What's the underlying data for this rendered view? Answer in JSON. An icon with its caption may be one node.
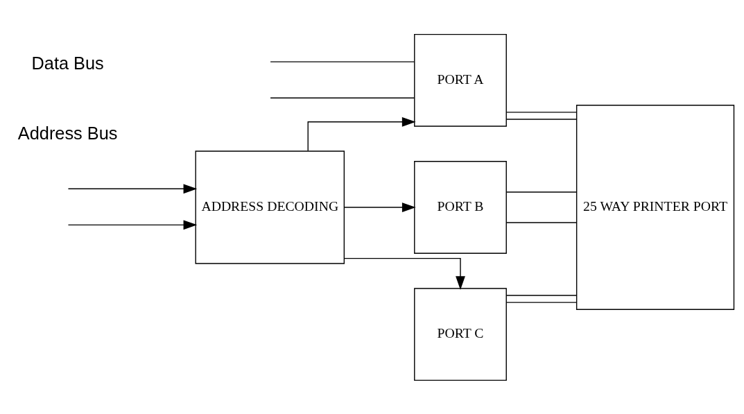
{
  "diagram": {
    "nodes": [
      {
        "text": [
          "PORT A"
        ]
      },
      {
        "text": [
          "ADDRESS DECODING"
        ]
      },
      {
        "text": [
          "PORT B"
        ]
      },
      {
        "text": [
          "25 WAY PRINTER PORT"
        ]
      },
      {
        "text": [
          "PORT C"
        ]
      }
    ],
    "edges": [
      {
        "from": null,
        "to": 0,
        "arrow": "none"
      },
      {
        "from": null,
        "to": 0,
        "arrow": "none"
      },
      {
        "from": null,
        "to": 1,
        "arrow": "to"
      },
      {
        "from": null,
        "to": 1,
        "arrow": "to"
      },
      {
        "from": 1,
        "to": 0,
        "arrow": "to"
      },
      {
        "from": 1,
        "to": 2,
        "arrow": "to"
      },
      {
        "from": 1,
        "to": 4,
        "arrow": "to"
      },
      {
        "from": 0,
        "to": 3,
        "arrow": "none"
      },
      {
        "from": 0,
        "to": 3,
        "arrow": "none"
      },
      {
        "from": 2,
        "to": 3,
        "arrow": "none"
      },
      {
        "from": 2,
        "to": 3,
        "arrow": "none"
      },
      {
        "from": 4,
        "to": 3,
        "arrow": "none"
      },
      {
        "from": 4,
        "to": 3,
        "arrow": "none"
      }
    ],
    "labels": [
      "Data Bus",
      "Address Bus"
    ]
  }
}
